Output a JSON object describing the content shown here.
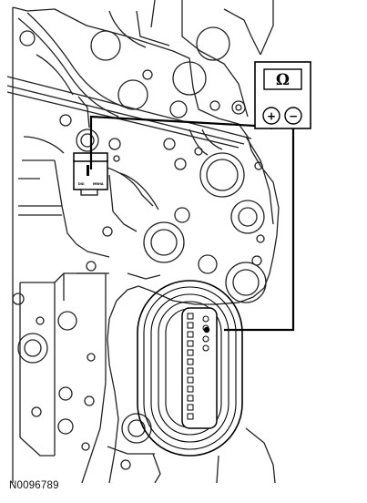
{
  "figure_id": "N0096789",
  "meter": {
    "symbol": "Ω",
    "positive_label": "+",
    "negative_label": "−"
  },
  "sensor_labels": [
    "DSI",
    "MRHA"
  ],
  "icons": {
    "meter": "ohmmeter-icon",
    "connector": "connector-icon",
    "sensor": "sensor-icon"
  },
  "colors": {
    "line": "#000000",
    "background": "#ffffff"
  }
}
